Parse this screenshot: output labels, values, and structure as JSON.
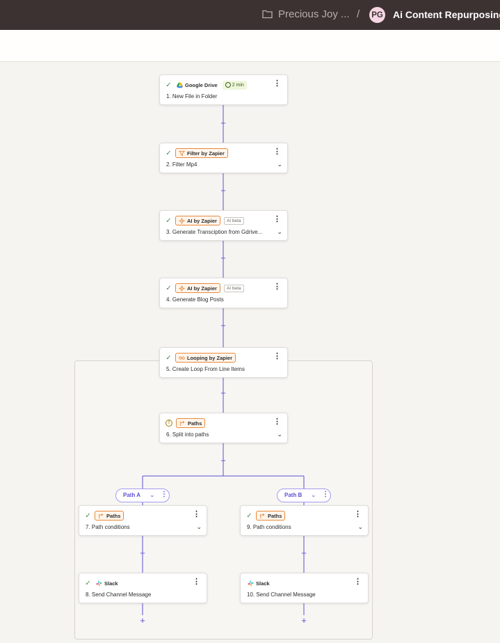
{
  "topbar": {
    "folder_icon": "folder-icon",
    "folder_name": "Precious Joy ...",
    "separator": "/",
    "avatar_initials": "PG",
    "zap_name": "Ai Content Repurposing"
  },
  "colors": {
    "topbar": "#3d3232",
    "accent": "#5c4fd4",
    "app_chip_border": "#e8883a",
    "success": "#4c8a54",
    "warning": "#9b7d00"
  },
  "steps": [
    {
      "app": "Google Drive",
      "icon": "google-drive-icon",
      "status": "check",
      "time": "2 min",
      "title": "1. New File in Folder",
      "menu": "⋮"
    },
    {
      "app": "Filter by Zapier",
      "icon": "filter-icon",
      "status": "check",
      "title": "2. Filter Mp4",
      "menu": "⋮",
      "chevron": "⌄"
    },
    {
      "app": "AI by Zapier",
      "icon": "ai-icon",
      "status": "check",
      "tag": "AI beta",
      "title": "3. Generate Transciption from Gdrive...",
      "menu": "⋮",
      "chevron": "⌄"
    },
    {
      "app": "AI by Zapier",
      "icon": "ai-icon",
      "status": "check",
      "tag": "AI beta",
      "title": "4. Generate Blog Posts",
      "menu": "⋮"
    },
    {
      "app": "Looping by Zapier",
      "icon": "loop-icon",
      "status": "check",
      "title": "5. Create Loop From Line Items",
      "menu": "⋮"
    },
    {
      "app": "Paths",
      "icon": "paths-icon",
      "status": "warning",
      "title": "6. Split into paths",
      "menu": "⋮",
      "chevron": "⌄"
    },
    {
      "app": "Paths",
      "icon": "paths-icon",
      "status": "check",
      "title": "7. Path conditions",
      "menu": "⋮",
      "chevron": "⌄"
    },
    {
      "app": "Paths",
      "icon": "paths-icon",
      "status": "check",
      "title": "9. Path conditions",
      "menu": "⋮",
      "chevron": "⌄"
    },
    {
      "app": "Slack",
      "icon": "slack-icon",
      "status": "check",
      "title": "8. Send Channel Message",
      "menu": "⋮"
    },
    {
      "app": "Slack",
      "icon": "slack-icon",
      "status": "none",
      "title": "10. Send Channel Message",
      "menu": "⋮"
    }
  ],
  "paths": [
    {
      "label": "Path A",
      "chevron": "⌄",
      "menu": "⋮"
    },
    {
      "label": "Path B",
      "chevron": "⌄",
      "menu": "⋮"
    }
  ],
  "add_step_symbol": "+",
  "status_symbols": {
    "check": "✓",
    "warning": "!"
  }
}
